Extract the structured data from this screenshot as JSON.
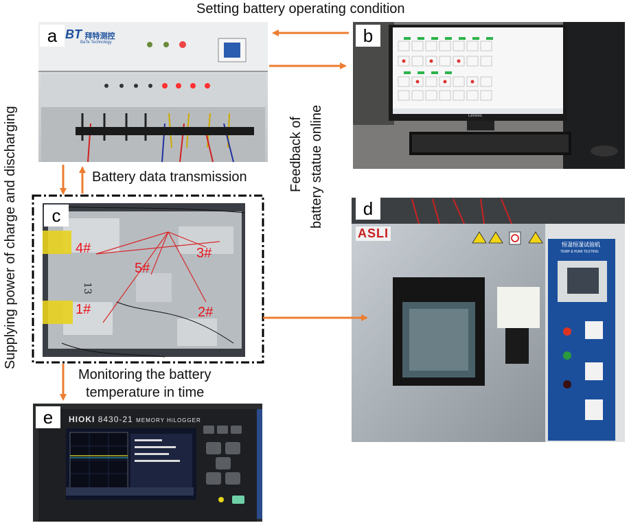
{
  "captions": {
    "top": "Setting battery operating condition",
    "data_transmission": "Battery data transmission",
    "left_vertical": "Supplying power of charge and discharging",
    "feedback_line1": "Feedback of",
    "feedback_line2": "battery statue online",
    "monitor_line1": "Monitoring the battery",
    "monitor_line2": "temperature in time"
  },
  "panels": {
    "a": {
      "label": "a",
      "logo_text": "拜特测控",
      "logo_sub": "BaTe Technology",
      "logo_mark": "BT"
    },
    "b": {
      "label": "b",
      "monitor_brand": "Lenovo"
    },
    "c": {
      "label": "c",
      "cell_labels": [
        "4#",
        "5#",
        "3#",
        "1#",
        "2#"
      ],
      "handwriting": "13"
    },
    "d": {
      "label": "d",
      "brand": "ASLI",
      "panel_title": "恒温恒湿试验机",
      "panel_sub": "TEMP & HUMI TESTING"
    },
    "e": {
      "label": "e",
      "device_name": "HIOKI",
      "device_model": "8430-21",
      "device_desc": "MEMORY HiLOGGER"
    }
  },
  "colors": {
    "arrow": "#ED7D31",
    "cell_label": "#E8141B"
  }
}
